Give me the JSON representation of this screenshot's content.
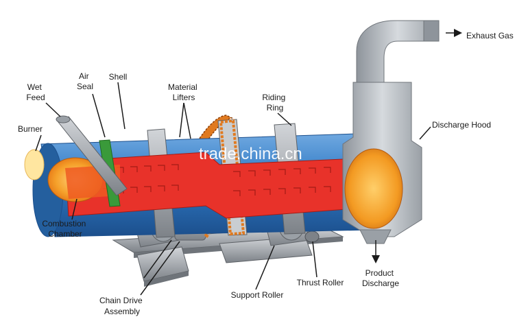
{
  "labels": {
    "burner": "Burner",
    "wet_feed": "Wet\nFeed",
    "air_seal": "Air\nSeal",
    "shell": "Shell",
    "material_lifters": "Material\nLifters",
    "riding_ring": "Riding\nRing",
    "exhaust_gas": "Exhaust Gas",
    "discharge_hood": "Discharge Hood",
    "combustion_chamber": "Combustion\nChamber",
    "chain_drive_assembly": "Chain Drive\nAssembly",
    "support_roller": "Support Roller",
    "thrust_roller": "Thrust Roller",
    "product_discharge": "Product\nDischarge"
  },
  "watermark": "trade.china.cn",
  "colors": {
    "shell_blue": "#2f79c4",
    "interior_red": "#e8322a",
    "hood_grey": "#b9bec4",
    "flame_orange": "#f5a02a",
    "steel_dark": "#7d8288"
  }
}
